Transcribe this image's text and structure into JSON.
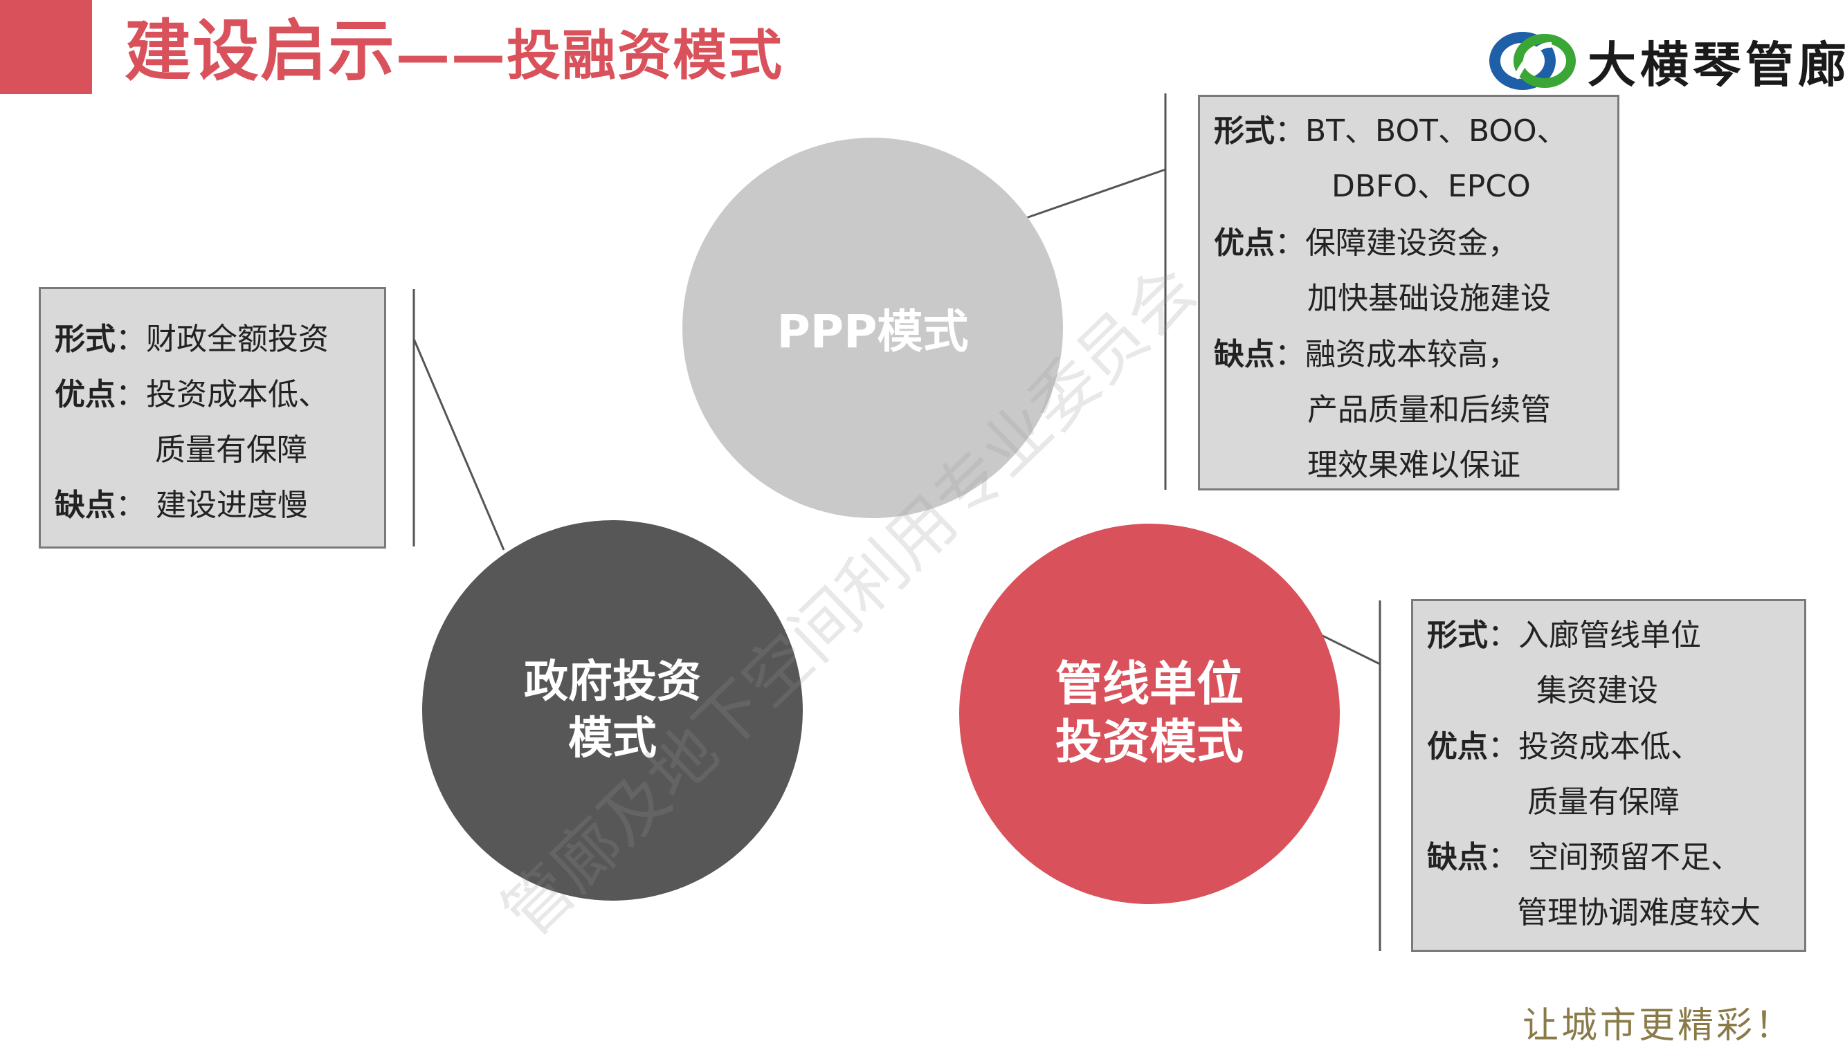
{
  "header": {
    "title_main": "建设启示",
    "title_sub": "——投融资模式",
    "brand_name": "大横琴管廊"
  },
  "circles": {
    "ppp": "PPP模式",
    "gov": "政府投资\n模式",
    "pipe": "管线单位\n投资模式"
  },
  "boxes": {
    "gov": {
      "form_label": "形式",
      "form_value": "：财政全额投资",
      "pros_label": "优点",
      "pros_value_1": "：投资成本低、",
      "pros_value_2": "质量有保障",
      "cons_label": "缺点",
      "cons_value": "： 建设进度慢"
    },
    "ppp": {
      "form_label": "形式",
      "form_value_1": "：BT、BOT、BOO、",
      "form_value_2": "DBFO、EPCO",
      "pros_label": "优点",
      "pros_value_1": "：保障建设资金，",
      "pros_value_2": "加快基础设施建设",
      "cons_label": "缺点",
      "cons_value_1": "：融资成本较高，",
      "cons_value_2": "产品质量和后续管",
      "cons_value_3": "理效果难以保证"
    },
    "pipe": {
      "form_label": "形式",
      "form_value_1": "：入廊管线单位",
      "form_value_2": "集资建设",
      "pros_label": "优点",
      "pros_value_1": "：投资成本低、",
      "pros_value_2": "质量有保障",
      "cons_label": "缺点",
      "cons_value_1": "： 空间预留不足、",
      "cons_value_2": "管理协调难度较大"
    }
  },
  "slogan": "让城市更精彩！",
  "watermark": "管廊及地下空间利用专业委员会",
  "colors": {
    "accent": "#d9515a",
    "ppp_circle": "#c9c9c9",
    "gov_circle": "#575757",
    "box_bg": "#d9d9d9",
    "brand_blue": "#1f5fa8",
    "brand_green": "#3aa635"
  }
}
